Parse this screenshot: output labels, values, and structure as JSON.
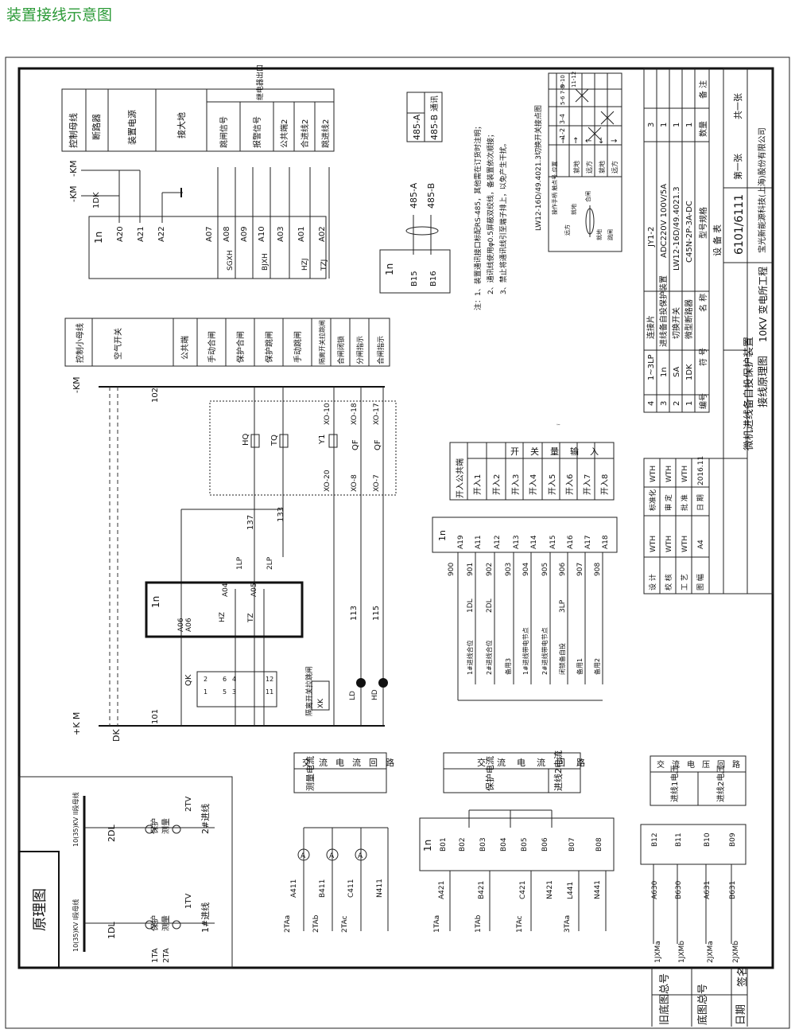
{
  "title": "装置接线示意图",
  "ctrl_block": {
    "labels": [
      "控制母线",
      "断路器",
      "装置电源",
      "接大地"
    ],
    "group_header": "继电器出口",
    "out_labels": [
      "跳闸信号",
      "报警信号",
      "公共端2",
      "合进线2",
      "跳进线2"
    ],
    "km": [
      "-KM",
      "-KM"
    ],
    "dk": "1DK",
    "module": "1n",
    "pins": [
      "A20",
      "A21",
      "A22",
      "A07",
      "A08",
      "A09",
      "A10",
      "A03",
      "A01",
      "A02"
    ],
    "sig": [
      "SGXH",
      "BJXH",
      "HZJ",
      "TZJ"
    ]
  },
  "comm": {
    "header": "通讯",
    "labels": [
      "485-A",
      "485-B"
    ],
    "module": "1n",
    "pins": [
      "B15",
      "B16"
    ],
    "line_labels": [
      "485-A",
      "485-B"
    ]
  },
  "notes": [
    "注：1、装置通讯接口标配RS-485，其他需在订货时注明；",
    "2、通讯线使用φ0.5屏蔽双绞线，备装置依次顺接；",
    "3、禁止将通讯线引至端子排上，以免产生干扰。"
  ],
  "lw_title": "LW12-16D/49.4021.3切换开关接点图",
  "lw_table": {
    "header_left": "操作手柄 触点号 位置",
    "cols": [
      "1-2",
      "3-4",
      "5-6 7-8",
      "9-10",
      "11-12"
    ],
    "rows": [
      "就地",
      "远方",
      "就地",
      "远方",
      "就地"
    ],
    "arrows": [
      "↑",
      "↑",
      "←",
      "↓",
      "→"
    ],
    "positions": [
      "远方",
      "就地",
      "就地",
      "合闸",
      "跳闸"
    ]
  },
  "equipment": {
    "header": "设 备 表",
    "columns": [
      "编号",
      "符 号",
      "名 称",
      "型号规格",
      "数量",
      "备 注"
    ],
    "rows": [
      [
        "4",
        "1~3LP",
        "连接片",
        "JY1-2",
        "3",
        ""
      ],
      [
        "3",
        "1n",
        "进线备自投保护装置",
        "ADC220V 100V/5A",
        "1",
        ""
      ],
      [
        "2",
        "SA",
        "切换开关",
        "LW12-16D/49.4021.3",
        "1",
        ""
      ],
      [
        "1",
        "1DK",
        "微型断路器",
        "C45N-2P-3A-DC",
        "1",
        ""
      ]
    ]
  },
  "title_block": {
    "company": "宝光新能源科技(上海)股份有限公司",
    "project": "10KV 变电所工程",
    "code": "6101/6111",
    "drawing_name_1": "微机进线备自投保护装置",
    "drawing_name_2": "接线原理图",
    "sheet_total": "共一张",
    "sheet_no": "第一张",
    "roles": [
      "设 计",
      "校 核",
      "工 艺",
      "图 幅"
    ],
    "role_vals": [
      "WTH",
      "WTH",
      "WTH",
      "A4"
    ],
    "roles2": [
      "标准化",
      "审 定",
      "批 准",
      "日 期"
    ],
    "role_vals2": [
      "WTH",
      "WTH",
      "WTH",
      "2016.11"
    ]
  },
  "ctrl_circuit": {
    "labels": [
      "控制小母线",
      "空气开关",
      "公共端",
      "手动合闸",
      "保护合闸",
      "保护跳闸",
      "手动跳闸",
      "隔离开关拉跳闸",
      "合闸闭锁",
      "分闸指示",
      "合闸指示"
    ],
    "km_top": "-KM",
    "km_bot": "+K M",
    "dk": "DK",
    "wires": [
      "102",
      "101",
      "137",
      "133",
      "113",
      "115"
    ],
    "module": "1n",
    "pins": [
      "A06",
      "A06",
      "A04",
      "A05"
    ],
    "coils": [
      "HQ",
      "TQ",
      "Y1",
      "QF",
      "QF"
    ],
    "contacts": [
      "HZ",
      "TZ",
      "1LP",
      "2LP"
    ],
    "xo": [
      "XO-10",
      "XO-18",
      "XO-17",
      "XO-20",
      "XO-8",
      "XO-7"
    ],
    "qk": "QK",
    "qk_pins": [
      "1",
      "2",
      "3",
      "4",
      "5",
      "6",
      "11",
      "12"
    ],
    "xk": "XK",
    "xk_note": "隔离开关拉跳闸",
    "lamps": [
      "LD",
      "HD"
    ]
  },
  "di_block": {
    "header": [
      "开入公共端",
      "开入1",
      "开入2",
      "开入3",
      "开入4",
      "开入5",
      "开入6",
      "开入7",
      "开入8"
    ],
    "group": "开关量输入",
    "module": "1n",
    "pins": [
      "A19",
      "A11",
      "A12",
      "A13",
      "A14",
      "A15",
      "A16",
      "A17",
      "A18"
    ],
    "wires": [
      "900",
      "901",
      "902",
      "903",
      "904",
      "905",
      "906",
      "907",
      "908"
    ],
    "inputs": [
      "1#进线合位",
      "2#进线合位",
      "备用3",
      "1#进线带电节点",
      "2#进线带电节点",
      "闭锁备自投",
      "备用1",
      "备用2"
    ],
    "sw": [
      "1DL",
      "2DL",
      "3LP"
    ]
  },
  "principle": {
    "title": "原理图",
    "bus1": "10(35)KV I段母线",
    "bus2": "10(35)KV II段母线",
    "breakers": [
      "1DL",
      "2DL"
    ],
    "cts": [
      "1TA",
      "2TA"
    ],
    "labels": [
      "保护",
      "测量",
      "保护",
      "测量"
    ],
    "pts": [
      "1TV",
      "2TV"
    ],
    "lines": [
      "1#进线",
      "2#进线"
    ]
  },
  "meas_ct": {
    "header": "交流电流回路",
    "sub": "测量电流",
    "ct": [
      "2TAa",
      "2TAb",
      "2TAc"
    ],
    "wires": [
      "A411",
      "B411",
      "C411",
      "N411"
    ],
    "meters": [
      "A",
      "A",
      "A"
    ]
  },
  "prot_ct": {
    "header": "交流电流回路",
    "sub1": "保护电流",
    "sub2": "进线2电流",
    "module": "1n",
    "pins": [
      "B01",
      "B02",
      "B03",
      "B04",
      "B05",
      "B06",
      "B07",
      "B08"
    ],
    "ct": [
      "1TAa",
      "1TAb",
      "1TAc",
      "3TAa"
    ],
    "wires": [
      "A421",
      "B421",
      "C421",
      "N421",
      "L441",
      "N441"
    ]
  },
  "pt_block": {
    "header": "交流电压回路",
    "sub1": "进线1电压",
    "sub2": "进线2电压",
    "pins": [
      "B12",
      "B11",
      "B10",
      "B09"
    ],
    "wires": [
      "A630",
      "B630",
      "A631",
      "B631"
    ],
    "src": [
      "1JXMa",
      "1JXMb",
      "2JXMa",
      "2JXMb"
    ]
  },
  "side_block": {
    "labels": [
      "旧底图总号",
      "底图总号",
      "日期",
      "签名"
    ]
  }
}
